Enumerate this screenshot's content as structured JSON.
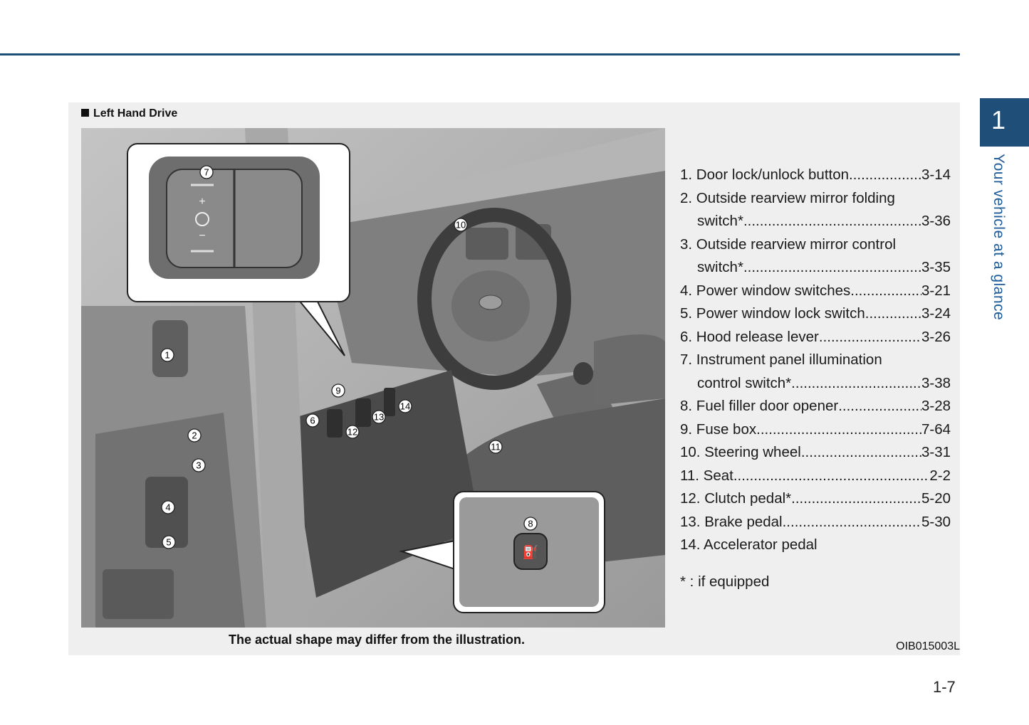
{
  "section_title": "Left Hand Drive",
  "callouts": [
    "1",
    "2",
    "3",
    "4",
    "5",
    "6",
    "7",
    "8",
    "9",
    "10",
    "11",
    "12",
    "13",
    "14"
  ],
  "items": [
    {
      "label": "1. Door lock/unlock button ",
      "page": "3-14"
    },
    {
      "label": "2. Outside rearview mirror folding",
      "cont": "switch*",
      "page": "3-36"
    },
    {
      "label": "3. Outside rearview mirror control",
      "cont": "switch*",
      "page": "3-35"
    },
    {
      "label": "4. Power window switches ",
      "page": "3-21"
    },
    {
      "label": "5. Power window lock switch ",
      "page": "3-24"
    },
    {
      "label": "6. Hood release lever ",
      "page": "3-26"
    },
    {
      "label": "7. Instrument panel illumination",
      "cont": "control switch*",
      "page": "3-38"
    },
    {
      "label": "8. Fuel filler door opener ",
      "page": "3-28"
    },
    {
      "label": "9. Fuse box",
      "page": "7-64"
    },
    {
      "label": "10. Steering wheel ",
      "page": "3-31"
    },
    {
      "label": "11. Seat ",
      "page": "2-2"
    },
    {
      "label": "12. Clutch pedal* ",
      "page": "5-20"
    },
    {
      "label": "13. Brake pedal",
      "page": "5-30"
    },
    {
      "label": "14. Accelerator pedal"
    }
  ],
  "footnote": "* : if equipped",
  "caption": "The actual shape may differ from the illustration.",
  "image_code": "OIB015003L",
  "chapter_tab": {
    "number": "1",
    "title": "Your vehicle at a glance"
  },
  "page_number": "1-7",
  "colors": {
    "accent": "#1f4e79",
    "tab_text": "#1f5c99",
    "panel_bg": "#efefef"
  }
}
